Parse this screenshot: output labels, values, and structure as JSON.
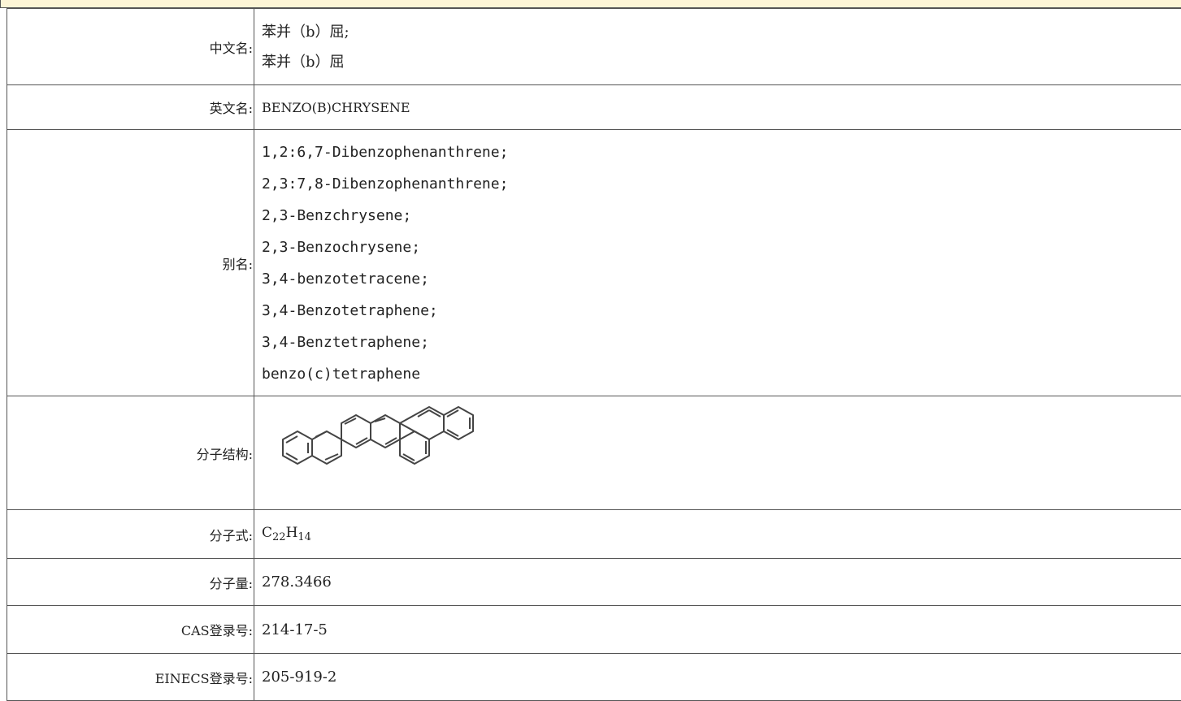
{
  "rows": {
    "cn_name": {
      "label": "中文名:",
      "values": [
        "苯并（b）屈;",
        "苯并（b）屈"
      ]
    },
    "en_name": {
      "label": "英文名:",
      "value": "BENZO(B)CHRYSENE"
    },
    "aliases": {
      "label": "别名:",
      "values": [
        "1,2:6,7-Dibenzophenanthrene;",
        "2,3:7,8-Dibenzophenanthrene;",
        "2,3-Benzchrysene;",
        "2,3-Benzochrysene;",
        "3,4-benzotetracene;",
        "3,4-Benzotetraphene;",
        "3,4-Benztetraphene;",
        "benzo(c)tetraphene"
      ]
    },
    "structure": {
      "label": "分子结构:"
    },
    "formula": {
      "label": "分子式:",
      "c": "C",
      "c_count": "22",
      "h": "H",
      "h_count": "14"
    },
    "mol_weight": {
      "label": "分子量:",
      "value": "278.3466"
    },
    "cas": {
      "label": "CAS登录号:",
      "value": "214-17-5"
    },
    "einecs": {
      "label": "EINECS登录号:",
      "value": "205-919-2"
    }
  }
}
